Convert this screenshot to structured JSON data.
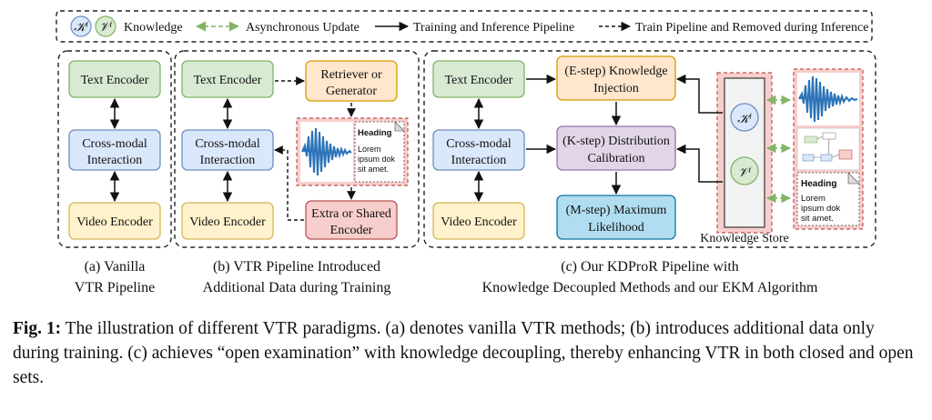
{
  "legend": {
    "k_symbol": "𝒦ⁱ",
    "v_symbol": "𝒱ⁱ",
    "knowledge": "Knowledge",
    "async_update": "Asynchronous Update",
    "train_infer": "Training and Inference Pipeline",
    "train_removed": "Train Pipeline and Removed during Inference"
  },
  "panel_a": {
    "text_encoder": "Text Encoder",
    "cross_modal": [
      "Cross-modal",
      "Interaction"
    ],
    "video_encoder": "Video Encoder",
    "caption": [
      "(a) Vanilla",
      "VTR Pipeline"
    ]
  },
  "panel_b": {
    "text_encoder": "Text Encoder",
    "retriever": [
      "Retriever or",
      "Generator"
    ],
    "cross_modal": [
      "Cross-modal",
      "Interaction"
    ],
    "video_encoder": "Video Encoder",
    "extra": [
      "Extra or Shared",
      "Encoder"
    ],
    "doc_heading": "Heading",
    "doc_text": [
      "Lorem",
      "ipsum dok",
      "sit amet."
    ],
    "caption": [
      "(b) VTR Pipeline Introduced",
      "Additional Data during Training"
    ]
  },
  "panel_c": {
    "text_encoder": "Text Encoder",
    "cross_modal": [
      "Cross-modal",
      "Interaction"
    ],
    "video_encoder": "Video Encoder",
    "e_step": [
      "(E-step) Knowledge",
      "Injection"
    ],
    "k_step": [
      "(K-step) Distribution",
      "Calibration"
    ],
    "m_step": [
      "(M-step) Maximum",
      "Likelihood"
    ],
    "k_symbol": "𝒦ⁱ",
    "v_symbol": "𝒱ⁱ",
    "store_label": "Knowledge Store",
    "doc_heading": "Heading",
    "doc_text": [
      "Lorem",
      "ipsum dok",
      "sit amet."
    ],
    "caption": [
      "(c) Our KDProR Pipeline with",
      "Knowledge Decoupled  Methods and our EKM Algorithm"
    ]
  },
  "figure_caption": {
    "label": "Fig. 1:",
    "text": " The illustration of different VTR paradigms. (a) denotes vanilla VTR methods; (b) introduces additional data only during training. (c) achieves “open examination” with knowledge decoupling, thereby enhancing VTR in both closed and open sets."
  },
  "colors": {
    "green_fill": "#d9ead3",
    "green_stroke": "#82b366",
    "blue_fill": "#dae8fc",
    "blue_stroke": "#6c8ebf",
    "yellow_fill": "#fff2cc",
    "yellow_stroke": "#d6b656",
    "orange_fill": "#ffe6cc",
    "orange_stroke": "#d79b00",
    "red_fill": "#f8cecc",
    "red_stroke": "#b85450",
    "purple_fill": "#e1d5e7",
    "purple_stroke": "#9673a6",
    "mblue_fill": "#b1ddf0",
    "mblue_stroke": "#10739e",
    "waveform": "#2b73b8",
    "async_arrow": "#82b366"
  }
}
